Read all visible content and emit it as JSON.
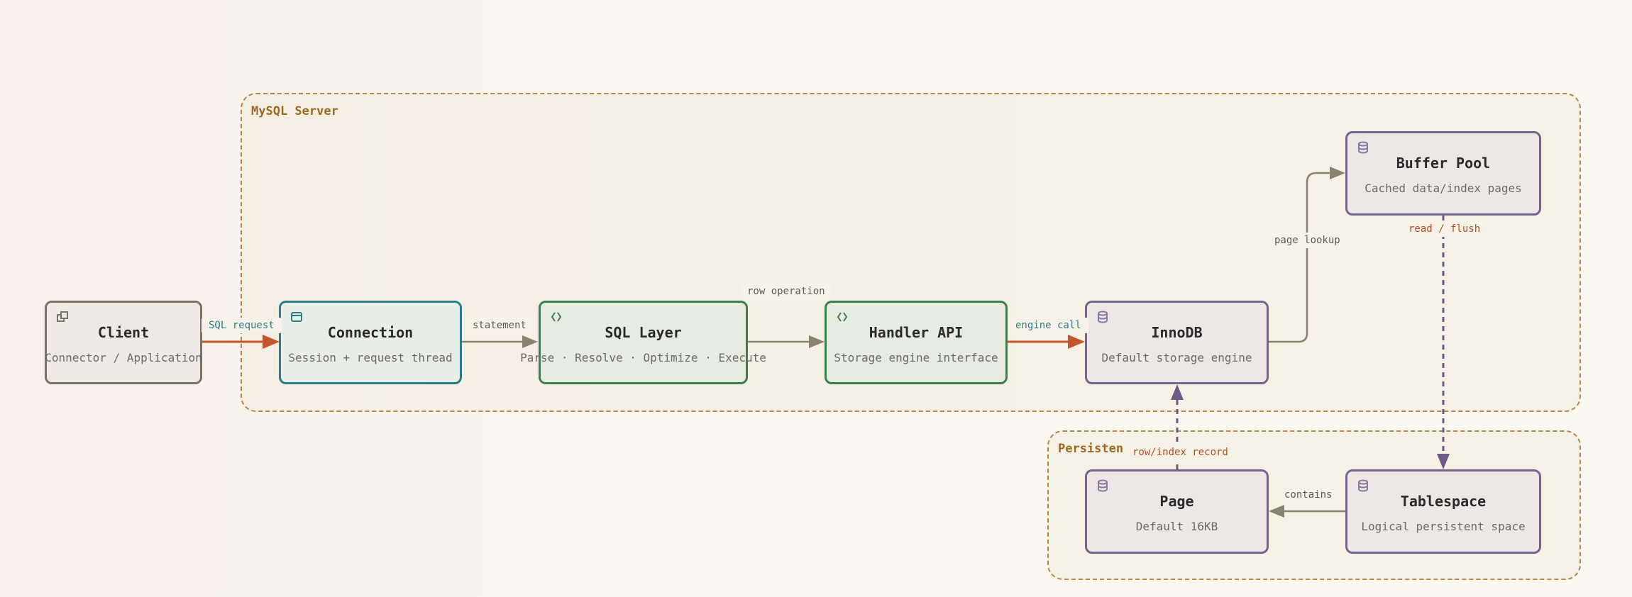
{
  "groups": {
    "server": {
      "label": "MySQL Server"
    },
    "persistence": {
      "label": "Persisten"
    }
  },
  "nodes": {
    "client": {
      "title": "Client",
      "subtitle": "Connector / Application"
    },
    "connection": {
      "title": "Connection",
      "subtitle": "Session + request thread"
    },
    "sql_layer": {
      "title": "SQL Layer",
      "subtitle": "Parse · Resolve · Optimize · Execute"
    },
    "handler_api": {
      "title": "Handler API",
      "subtitle": "Storage engine interface"
    },
    "innodb": {
      "title": "InnoDB",
      "subtitle": "Default storage engine"
    },
    "buffer_pool": {
      "title": "Buffer Pool",
      "subtitle": "Cached data/index pages"
    },
    "page": {
      "title": "Page",
      "subtitle": "Default 16KB"
    },
    "tablespace": {
      "title": "Tablespace",
      "subtitle": "Logical persistent space"
    }
  },
  "edges": {
    "sql_request": "SQL request",
    "statement": "statement",
    "row_operation": "row operation",
    "engine_call": "engine call",
    "page_lookup": "page lookup",
    "read_flush": "read / flush",
    "contains": "contains",
    "row_index_record": "row/index record"
  },
  "icons": {
    "client": "external-window-icon",
    "connection": "window-icon",
    "sql_layer": "code-brackets-icon",
    "handler_api": "code-brackets-icon",
    "innodb": "database-icon",
    "buffer_pool": "database-icon",
    "page": "database-icon",
    "tablespace": "database-icon"
  },
  "colors": {
    "group_border": "#b8864a",
    "gray": "#7b7466",
    "teal": "#2e7c86",
    "green": "#3c7f4e",
    "purple": "#78638e",
    "orange_edge": "#c4552a",
    "gray_edge": "#8a8170"
  }
}
